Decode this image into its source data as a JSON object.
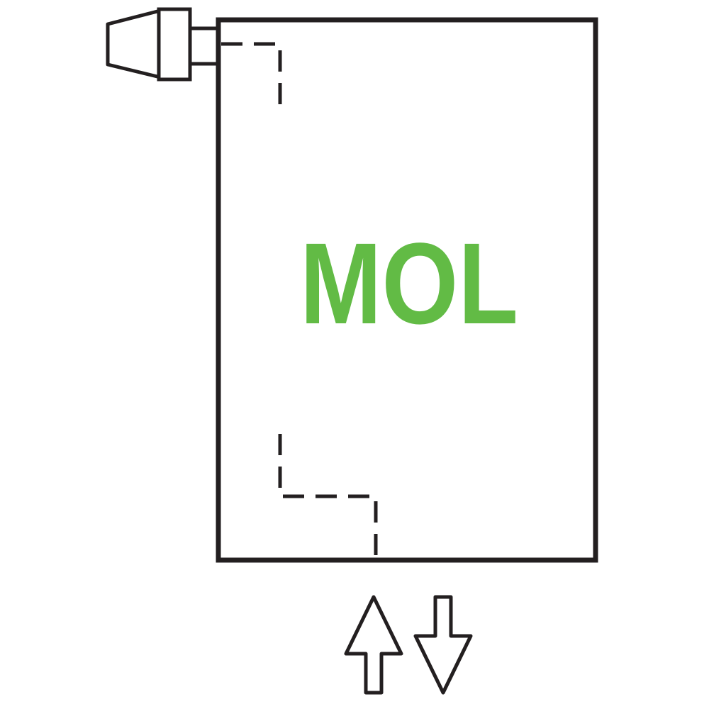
{
  "diagram": {
    "radiator_label": "MOL",
    "accent_color": "#62bb45",
    "line_color": "#231f20",
    "background_color": "#ffffff",
    "icons": {
      "valve": "thermostat-valve-icon",
      "flow_path_top": "dashed-flow-path-top",
      "flow_path_bottom": "dashed-flow-path-bottom",
      "arrow_up": "arrow-up-icon",
      "arrow_down": "arrow-down-icon"
    }
  }
}
